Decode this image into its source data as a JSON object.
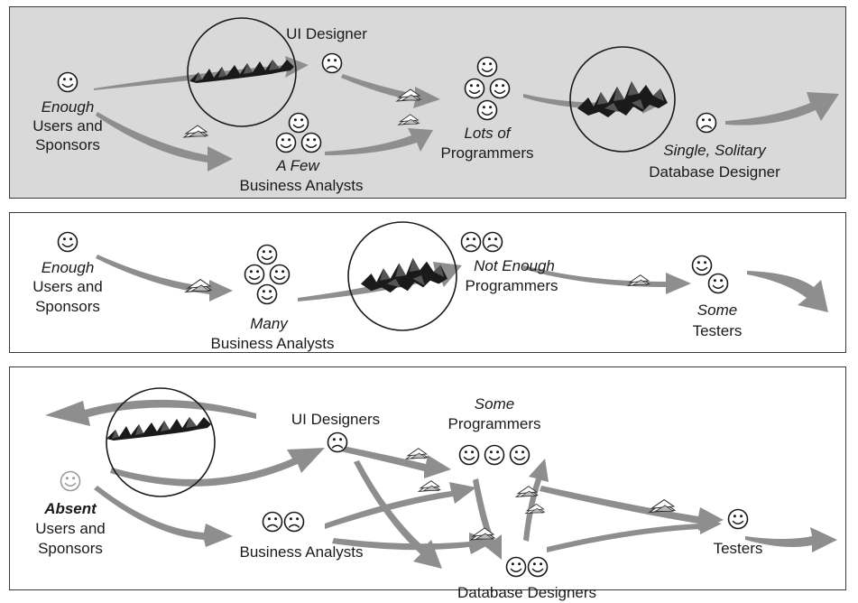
{
  "colors": {
    "panel_background": "#d9d9d9",
    "panel_border": "#3a3a3a",
    "arrow": "#8e8e8e",
    "obstacle": "#1a1a1a",
    "absent_face": "#9a9a9a"
  },
  "panels": [
    {
      "labels": {
        "users_qualifier": "Enough",
        "users_line1": "Users and",
        "users_line2": "Sponsors",
        "ui_designer": "UI Designer",
        "analysts_qualifier": "A Few",
        "analysts": "Business Analysts",
        "programmers_qualifier": "Lots of",
        "programmers": "Programmers",
        "db_qualifier": "Single, Solitary",
        "db_designer": "Database Designer"
      }
    },
    {
      "labels": {
        "users_qualifier": "Enough",
        "users_line1": "Users and",
        "users_line2": "Sponsors",
        "analysts_qualifier": "Many",
        "analysts": "Business Analysts",
        "programmers_qualifier": "Not Enough",
        "programmers": "Programmers",
        "testers_qualifier": "Some",
        "testers": "Testers"
      }
    },
    {
      "labels": {
        "users_qualifier": "Absent",
        "users_line1": "Users and",
        "users_line2": "Sponsors",
        "ui_designers": "UI Designers",
        "analysts": "Business Analysts",
        "programmers_qualifier": "Some",
        "programmers": "Programmers",
        "db_designers": "Database Designers",
        "testers": "Testers"
      }
    }
  ]
}
